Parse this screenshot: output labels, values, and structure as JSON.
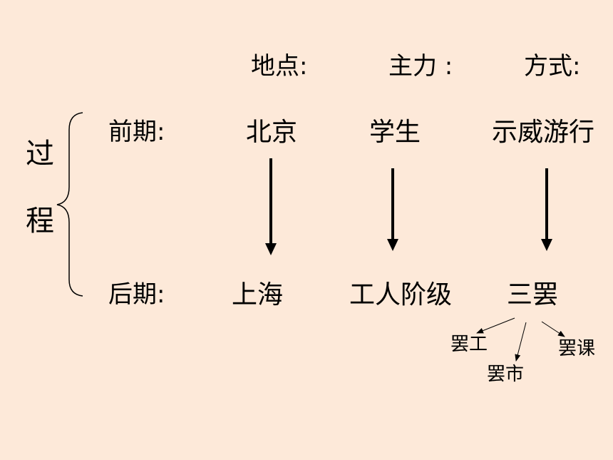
{
  "headers": {
    "location": "地点:",
    "main_force": "主力 :",
    "method": "方式:"
  },
  "process": {
    "char_1": "过",
    "char_2": "程"
  },
  "early": {
    "label": "前期:",
    "location": "北京",
    "main_force": "学生",
    "method": "示威游行"
  },
  "late": {
    "label": "后期:",
    "location": "上海",
    "main_force": "工人阶级",
    "method": "三罢"
  },
  "three_strikes": {
    "worker_strike": "罢工",
    "merchant_strike": "罢市",
    "student_strike": "罢课"
  }
}
